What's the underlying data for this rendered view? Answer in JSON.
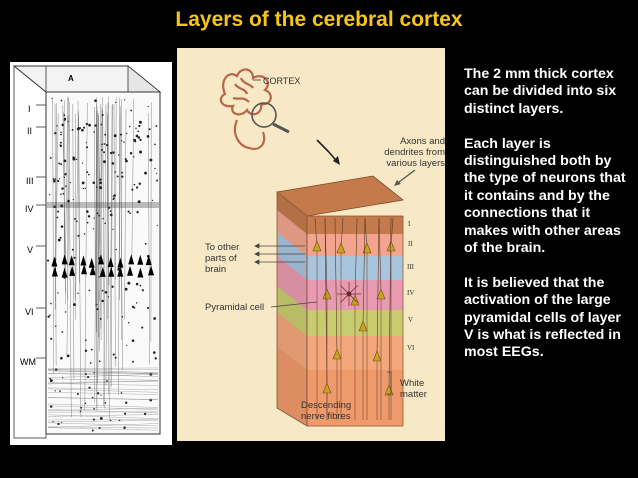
{
  "title": "Layers of the cerebral cortex",
  "left_figure": {
    "label_a": "A",
    "layer_labels": [
      "I",
      "II",
      "III",
      "IV",
      "V",
      "VI",
      "WM"
    ]
  },
  "center_figure": {
    "cortex_label": "CORTEX",
    "axons_label_lines": [
      "Axons and",
      "dendrites from",
      "various layers"
    ],
    "other_parts_lines": [
      "To other",
      "parts of",
      "brain"
    ],
    "pyramidal_label": "Pyramidal cell",
    "descending_lines": [
      "Descending",
      "nerve fibres"
    ],
    "white_matter_lines": [
      "White",
      "matter"
    ],
    "layer_numerals": [
      "I",
      "II",
      "III",
      "IV",
      "V",
      "VI"
    ]
  },
  "paragraphs": [
    "The 2 mm thick cortex can be divided into six distinct layers.",
    "Each layer is distinguished both by the type of neurons that it contains and by the connections that it makes with other areas of the brain.",
    "It is believed that the activation of the large pyramidal cells of layer V is what is reflected in most EEGs."
  ],
  "colors": {
    "title": "#f5c518",
    "background": "#000000",
    "layer_I": "#c47a4a",
    "layer_II": "#f2a48f",
    "layer_III": "#a9c4dd",
    "layer_IV": "#e89bb0",
    "layer_V": "#c8cc6e",
    "layer_VI": "#f3a77a"
  }
}
